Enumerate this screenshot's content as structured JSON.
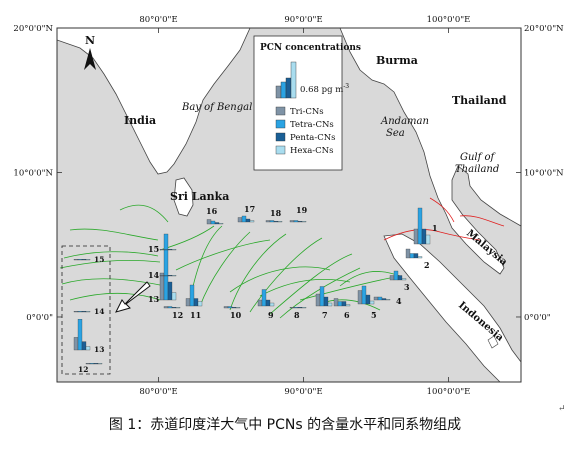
{
  "axes": {
    "lon_labels": [
      "80°0'0\"E",
      "90°0'0\"E",
      "100°0'0\"E"
    ],
    "lat_labels": [
      "20°0'0\"N",
      "10°0'0\"N",
      "0°0'0\""
    ],
    "lon_ticks": [
      80,
      90,
      100
    ],
    "lat_ticks": [
      20,
      10,
      0
    ],
    "extent": {
      "lon_min": 73,
      "lon_max": 105,
      "lat_min": -4.5,
      "lat_max": 20
    }
  },
  "place_labels": {
    "india": "India",
    "bay_of_bengal": "Bay of Bengal",
    "sri_lanka": "Sri Lanka",
    "burma": "Burma",
    "thailand": "Thailand",
    "andaman_sea": "Andaman\nSea",
    "gulf_of_thailand": "Gulf of\nThailand",
    "malaysia": "Malaysia",
    "indonesia": "Indonesia"
  },
  "north_arrow": "N",
  "legend": {
    "title": "PCN concentrations",
    "scale_label": "0.68 pg m",
    "scale_superscript": "-3",
    "items": [
      "Tri-CNs",
      "Tetra-CNs",
      "Penta-CNs",
      "Hexa-CNs"
    ]
  },
  "colors": {
    "tri": "#7f93a6",
    "tetra": "#2aa3e3",
    "penta": "#1a5f96",
    "hexa": "#a9ddef",
    "trajectory_green": "#2aa82a",
    "trajectory_red": "#e02020",
    "land": "#ffffff",
    "sea": "#d9d9d9"
  },
  "chart_data": {
    "type": "bar",
    "title": "",
    "series_names": [
      "Tri-CNs",
      "Tetra-CNs",
      "Penta-CNs",
      "Hexa-CNs"
    ],
    "unit_scale": "0.68 pg m-3",
    "sites": [
      {
        "id": "1",
        "values": [
          1.0,
          2.4,
          1.0,
          0.6
        ]
      },
      {
        "id": "2",
        "values": [
          0.6,
          0.3,
          0.3,
          0.1
        ]
      },
      {
        "id": "3",
        "values": [
          0.3,
          0.6,
          0.3,
          0.1
        ]
      },
      {
        "id": "4",
        "values": [
          0.2,
          0.2,
          0.1,
          0.05
        ]
      },
      {
        "id": "5",
        "values": [
          0.9,
          1.2,
          0.6,
          0.2
        ]
      },
      {
        "id": "6",
        "values": [
          0.5,
          0.3,
          0.3,
          0.1
        ]
      },
      {
        "id": "7",
        "values": [
          0.8,
          1.3,
          0.6,
          0.2
        ]
      },
      {
        "id": "8",
        "values": [
          0.05,
          0.05,
          0.05,
          0.02
        ]
      },
      {
        "id": "9",
        "values": [
          0.4,
          1.1,
          0.4,
          0.2
        ]
      },
      {
        "id": "10",
        "values": [
          0.1,
          0.1,
          0.05,
          0.02
        ]
      },
      {
        "id": "11",
        "values": [
          0.5,
          1.4,
          0.5,
          0.3
        ]
      },
      {
        "id": "12",
        "values": [
          0.1,
          0.1,
          0.05,
          0.03
        ]
      },
      {
        "id": "13",
        "values": [
          1.8,
          4.4,
          1.2,
          0.5
        ]
      },
      {
        "id": "14",
        "values": [
          0.05,
          0.05,
          0.03,
          0.02
        ]
      },
      {
        "id": "15",
        "values": [
          0.04,
          0.04,
          0.02,
          0.01
        ]
      },
      {
        "id": "16",
        "values": [
          0.3,
          0.2,
          0.1,
          0.05
        ]
      },
      {
        "id": "17",
        "values": [
          0.3,
          0.4,
          0.2,
          0.1
        ]
      },
      {
        "id": "18",
        "values": [
          0.1,
          0.1,
          0.05,
          0.03
        ]
      },
      {
        "id": "19",
        "values": [
          0.1,
          0.1,
          0.05,
          0.02
        ]
      }
    ]
  },
  "caption": "图 1：赤道印度洋大气中 PCNs 的含量水平和同系物组成",
  "caption_mark": "↵"
}
